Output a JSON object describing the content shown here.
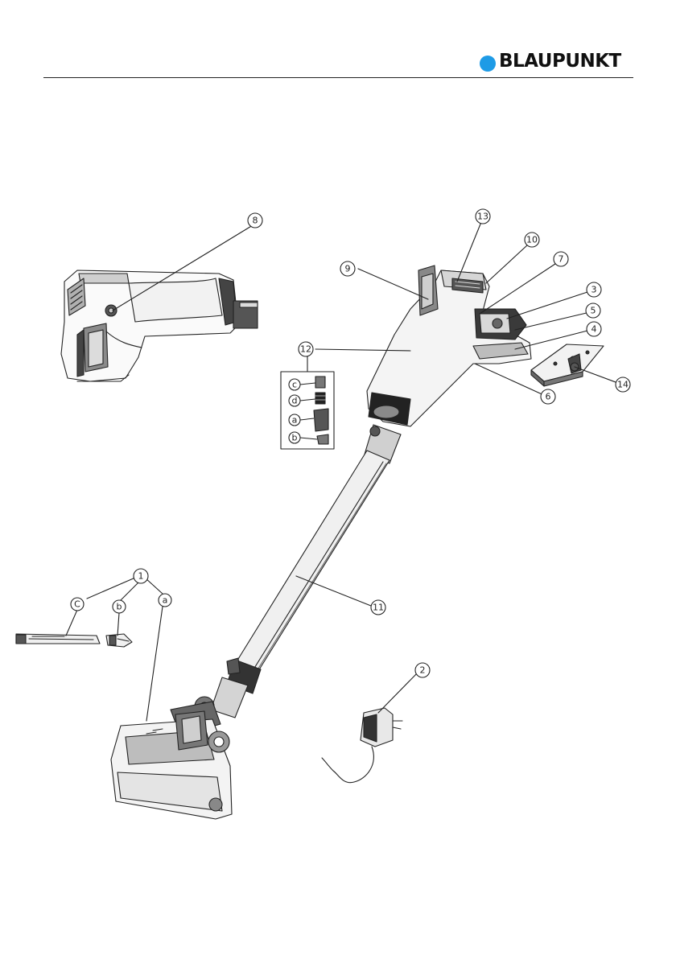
{
  "brand": {
    "name": "BLAUPUNKT",
    "accent": "#1e9be6"
  },
  "callouts": {
    "c1": "1",
    "c1a": "a",
    "c1b": "b",
    "c1c": "C",
    "c2": "2",
    "c3": "3",
    "c4": "4",
    "c5": "5",
    "c6": "6",
    "c7": "7",
    "c8": "8",
    "c9": "9",
    "c10": "10",
    "c11": "11",
    "c12": "12",
    "c12a": "a",
    "c12b": "b",
    "c12c": "c",
    "c12d": "d",
    "c13": "13",
    "c14": "14"
  }
}
